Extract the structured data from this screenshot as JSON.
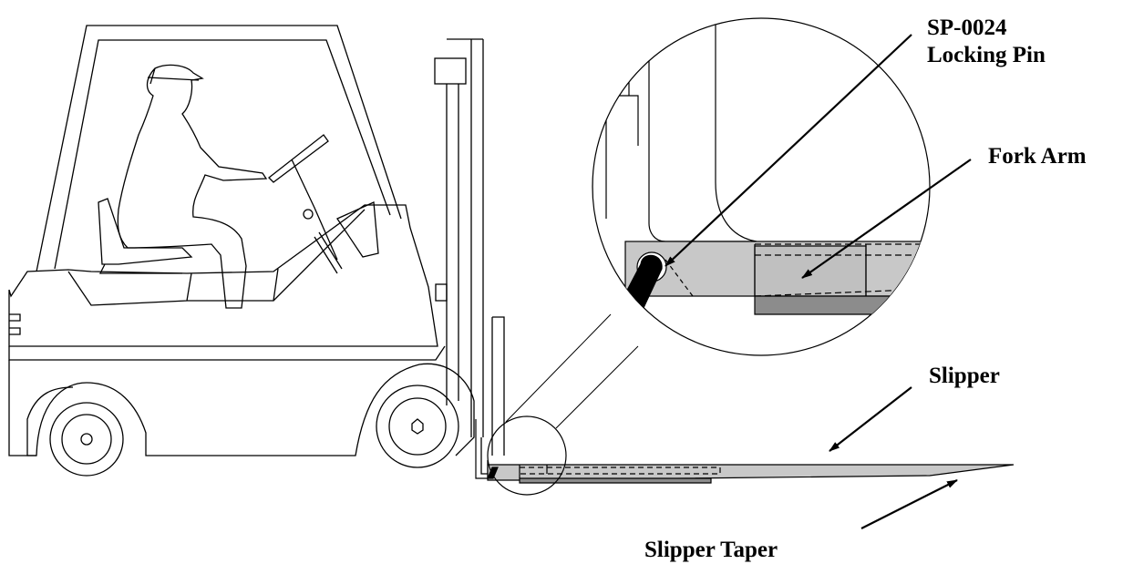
{
  "labels": {
    "locking_pin_line1": "SP-0024",
    "locking_pin_line2": "Locking Pin",
    "fork_arm": "Fork Arm",
    "slipper": "Slipper",
    "slipper_taper": "Slipper Taper"
  },
  "colors": {
    "line": "#000000",
    "slipper_fill": "#c8c8c8",
    "dark_fill": "#8c8c8c",
    "pin_fill": "#000000",
    "background": "#ffffff"
  }
}
